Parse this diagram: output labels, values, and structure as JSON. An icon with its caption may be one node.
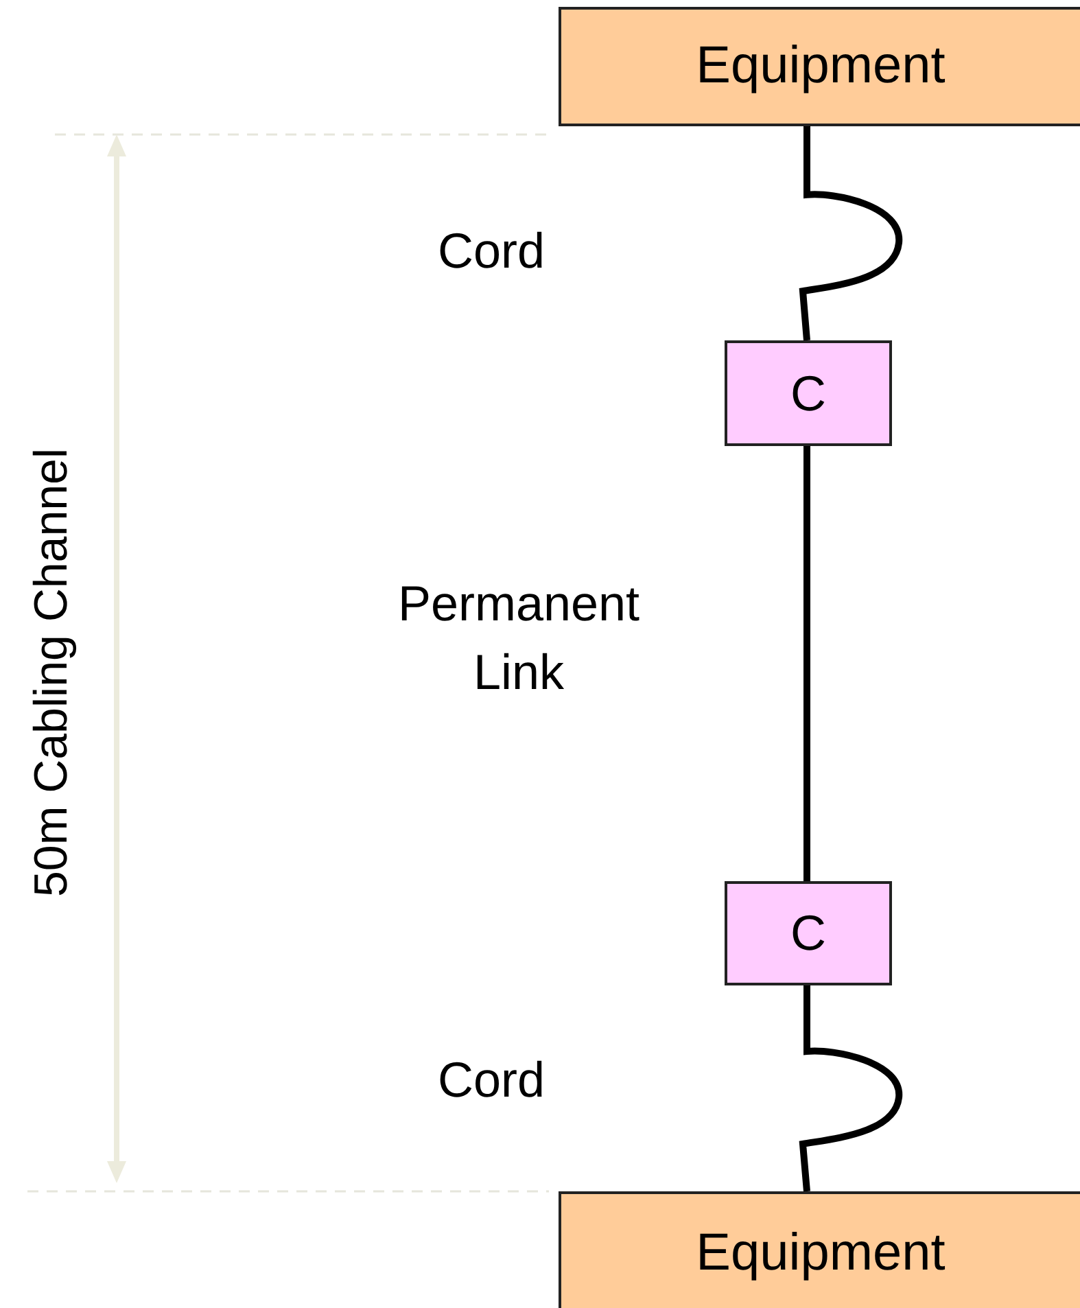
{
  "diagram": {
    "nodes": [
      {
        "text": [
          "Equipment"
        ]
      },
      {
        "text": [
          "C"
        ]
      },
      {
        "text": [
          "C"
        ]
      },
      {
        "text": [
          "Equipment"
        ]
      }
    ],
    "edges": [
      {
        "from": 0,
        "to": 1,
        "arrow": "none"
      },
      {
        "from": 1,
        "to": 2,
        "arrow": "none"
      },
      {
        "from": 2,
        "to": 3,
        "arrow": "none"
      }
    ],
    "labels": [
      "50m Cabling Channel",
      "Cord",
      "Permanent Link",
      "Cord"
    ]
  }
}
